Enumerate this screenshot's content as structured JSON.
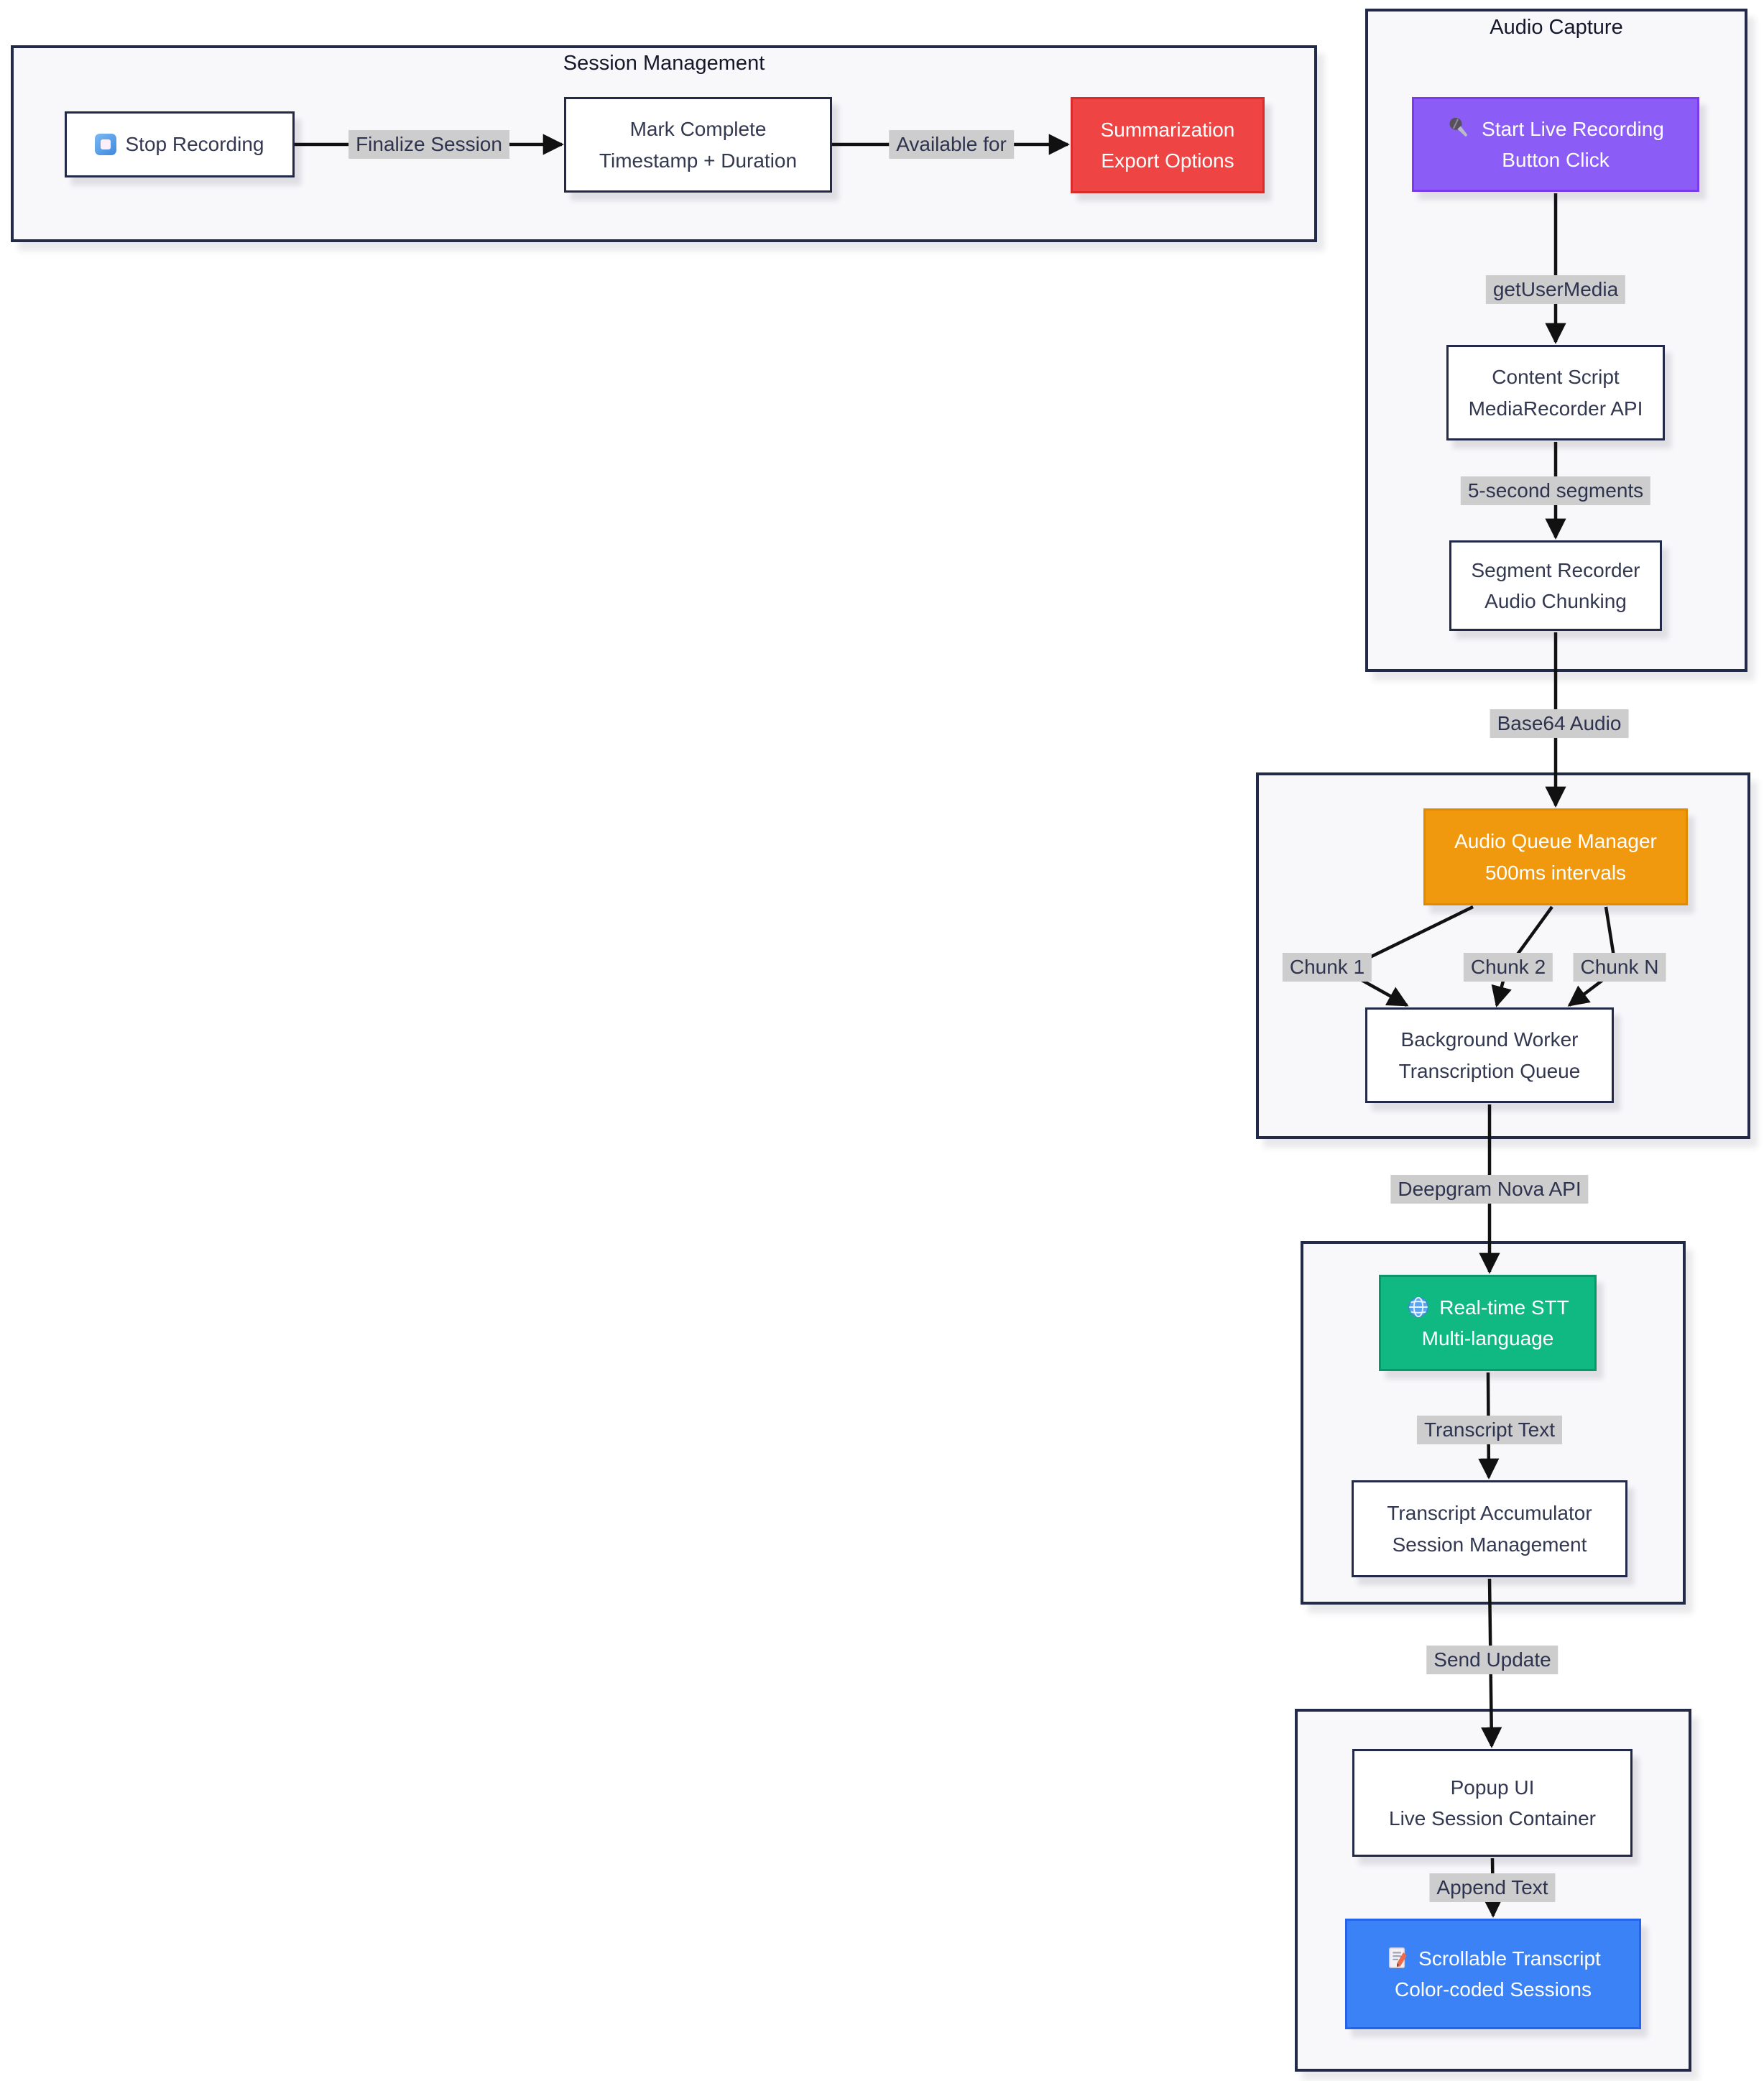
{
  "subgraphs": {
    "session_management": {
      "title": "Session Management"
    },
    "audio_capture": {
      "title": "Audio Capture"
    }
  },
  "nodes": {
    "stop_recording": {
      "line1": "Stop Recording",
      "icon": "stop-icon"
    },
    "mark_complete": {
      "line1": "Mark Complete",
      "line2": "Timestamp + Duration"
    },
    "summarization": {
      "line1": "Summarization",
      "line2": "Export Options",
      "color": "#ef4444"
    },
    "start_recording": {
      "line1": "Start Live Recording",
      "line2": "Button Click",
      "icon": "microphone-icon",
      "color": "#8b5cf6"
    },
    "content_script": {
      "line1": "Content Script",
      "line2": "MediaRecorder API"
    },
    "segment_recorder": {
      "line1": "Segment Recorder",
      "line2": "Audio Chunking"
    },
    "audio_queue": {
      "line1": "Audio Queue Manager",
      "line2": "500ms intervals",
      "color": "#f0990e"
    },
    "background_worker": {
      "line1": "Background Worker",
      "line2": "Transcription Queue"
    },
    "realtime_stt": {
      "line1": "Real-time STT",
      "line2": "Multi-language",
      "icon": "globe-icon",
      "color": "#10b981"
    },
    "transcript_accumulator": {
      "line1": "Transcript Accumulator",
      "line2": "Session Management"
    },
    "popup_ui": {
      "line1": "Popup UI",
      "line2": "Live Session Container"
    },
    "scrollable_transcript": {
      "line1": "Scrollable Transcript",
      "line2": "Color-coded Sessions",
      "icon": "memo-icon",
      "color": "#3b82f6"
    }
  },
  "edge_labels": {
    "finalize_session": "Finalize Session",
    "available_for": "Available for",
    "get_user_media": "getUserMedia",
    "five_second_segments": "5-second segments",
    "base64_audio": "Base64 Audio",
    "chunk_1": "Chunk 1",
    "chunk_2": "Chunk 2",
    "chunk_n": "Chunk N",
    "deepgram_nova_api": "Deepgram Nova API",
    "transcript_text": "Transcript Text",
    "send_update": "Send Update",
    "append_text": "Append Text"
  },
  "colors": {
    "node_border": "#232a49",
    "node_text": "#32384f",
    "subgraph_fill": "#f8f8fb",
    "edge_label_bg": "#cdcdcd",
    "edge_stroke": "#111111",
    "purple_node": "#8b5cf6",
    "orange_node": "#f0990e",
    "green_node": "#10b981",
    "red_node": "#ef4444",
    "blue_node": "#3b82f6"
  }
}
